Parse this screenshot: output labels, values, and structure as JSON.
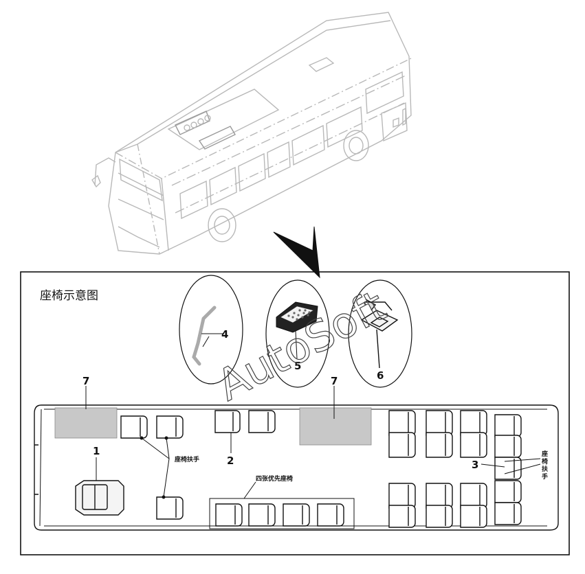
{
  "panel_title": "座椅示意图",
  "watermark": "AutoSoft",
  "callouts": {
    "c1": "1",
    "c2": "2",
    "c3": "3",
    "c4": "4",
    "c5": "5",
    "c6": "6",
    "c7a": "7",
    "c7b": "7"
  },
  "annotations": {
    "armrest_left": "座椅扶手",
    "priority_seats": "四张优先座椅",
    "armrest_right": [
      "座",
      "椅",
      "扶",
      "手"
    ]
  },
  "colors": {
    "line": "#111111",
    "faint": "#b8b8b8",
    "zone_fill": "#c8c8c8"
  }
}
